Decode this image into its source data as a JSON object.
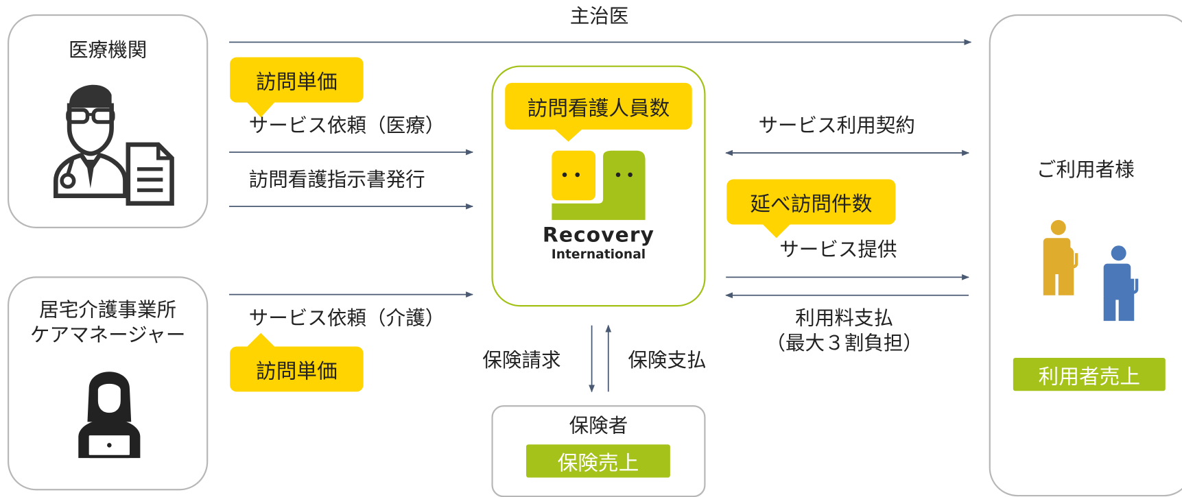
{
  "nodes": {
    "medical": "医療機関",
    "care_office_line1": "居宅介護事業所",
    "care_office_line2": "ケアマネージャー",
    "user": "ご利用者様",
    "insurer": "保険者"
  },
  "logo": {
    "line1": "Recovery",
    "line2": "International"
  },
  "tags": {
    "visit_price_top": "訪問単価",
    "visit_price_bottom": "訪問単価",
    "staff_count": "訪問看護人員数",
    "total_visits": "延べ訪問件数",
    "user_sales": "利用者売上",
    "insurance_sales": "保険売上"
  },
  "flows": {
    "attending_doctor": "主治医",
    "request_medical": "サービス依頼（医療）",
    "instruction": "訪問看護指示書発行",
    "request_care": "サービス依頼（介護）",
    "contract": "サービス利用契約",
    "provide": "サービス提供",
    "fee_line1": "利用料支払",
    "fee_line2": "（最大３割負担）",
    "insurance_claim": "保険請求",
    "insurance_payment": "保険支払"
  },
  "colors": {
    "arrow": "#4a5a73",
    "yellow": "#ffd400",
    "green": "#a5c21a",
    "border": "#b7b7b7"
  }
}
